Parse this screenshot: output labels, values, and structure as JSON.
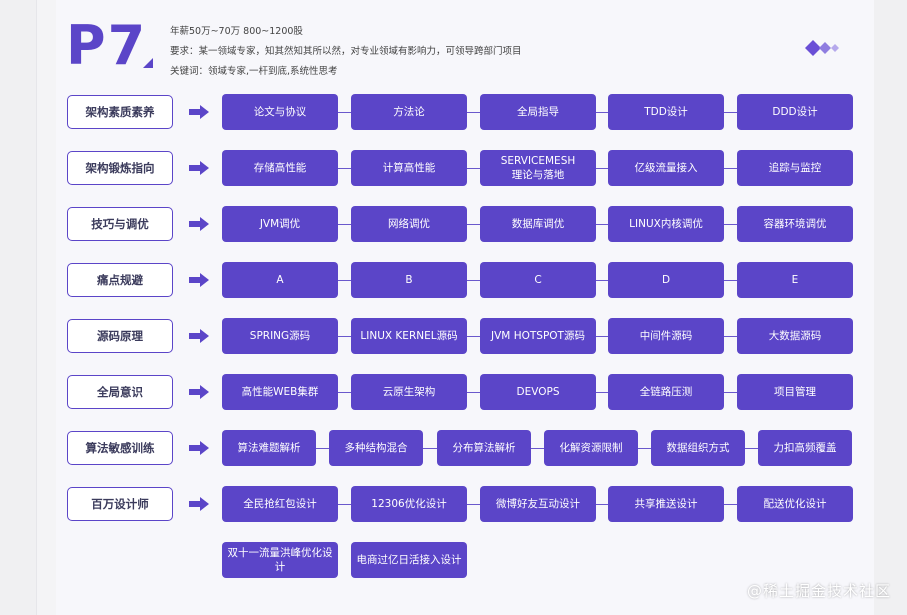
{
  "header": {
    "level": "P7",
    "salary": "年薪50万~70万 800~1200股",
    "requirement": "要求：某一领域专家，知其然知其所以然，对专业领域有影响力，可领导跨部门项目",
    "keywords": "关键词：领域专家,一杆到底,系统性思考"
  },
  "rows": [
    {
      "category": "架构素质素养",
      "items": [
        "论文与协议",
        "方法论",
        "全局指导",
        "TDD设计",
        "DDD设计"
      ]
    },
    {
      "category": "架构锻炼指向",
      "items": [
        "存储高性能",
        "计算高性能",
        "SERVICEMESH\n理论与落地",
        "亿级流量接入",
        "追踪与监控"
      ]
    },
    {
      "category": "技巧与调优",
      "items": [
        "JVM调优",
        "网络调优",
        "数据库调优",
        "LINUX内核调优",
        "容器环境调优"
      ]
    },
    {
      "category": "痛点规避",
      "items": [
        "A",
        "B",
        "C",
        "D",
        "E"
      ]
    },
    {
      "category": "源码原理",
      "items": [
        "SPRING源码",
        "LINUX KERNEL源码",
        "JVM HOTSPOT源码",
        "中间件源码",
        "大数据源码"
      ]
    },
    {
      "category": "全局意识",
      "items": [
        "高性能WEB集群",
        "云原生架构",
        "DEVOPS",
        "全链路压测",
        "项目管理"
      ]
    },
    {
      "category": "算法敏感训练",
      "items": [
        "算法难题解析",
        "多种结构混合",
        "分布算法解析",
        "化解资源限制",
        "数据组织方式",
        "力扣高频覆盖"
      ]
    },
    {
      "category": "百万设计师",
      "items": [
        "全民抢红包设计",
        "12306优化设计",
        "微博好友互动设计",
        "共享推送设计",
        "配送优化设计"
      ]
    }
  ],
  "extra_items": [
    "双十一流量洪峰优化设计",
    "电商过亿日活接入设计"
  ],
  "watermark": "@稀土掘金技术社区",
  "colors": {
    "accent": "#5b45c8",
    "canvas": "#f7f7fb",
    "text_dark": "#3b3b5c"
  }
}
